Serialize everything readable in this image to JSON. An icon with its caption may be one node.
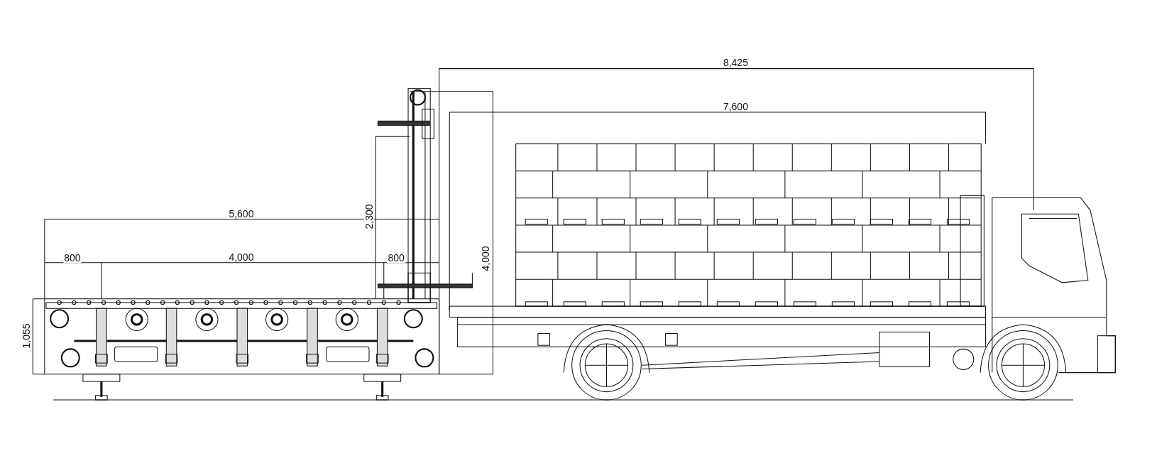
{
  "diagram": {
    "labels": [
      "8,425",
      "7,600",
      "2,300",
      "5,600",
      "800",
      "4,000",
      "800",
      "4,000",
      "1,055"
    ]
  }
}
